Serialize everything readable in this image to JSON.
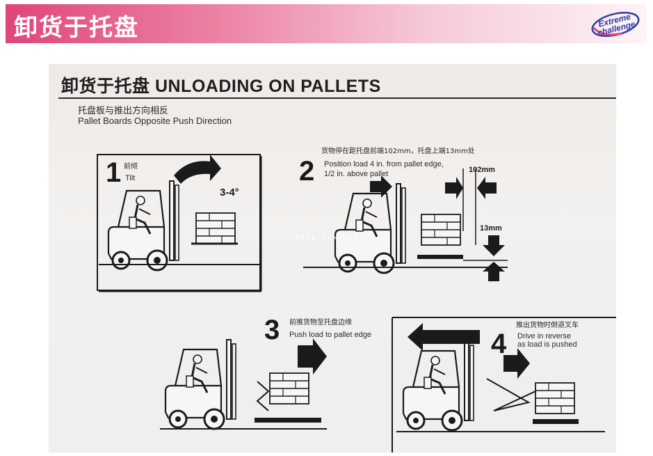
{
  "header": {
    "title": "卸货于托盘",
    "logo_line1": "Extreme",
    "logo_line2": "challenge"
  },
  "poster": {
    "title": "卸货于托盘 UNLOADING ON PALLETS",
    "subtitle_zh": "托盘板与推出方向相反",
    "subtitle_en": "Pallet Boards Opposite Push Direction",
    "watermark": "http://www.c…"
  },
  "steps": [
    {
      "number": "1",
      "label_zh": "前倾",
      "label_en": "Tilt",
      "note": "3-4°"
    },
    {
      "number": "2",
      "label_zh": "货物停在距托盘前端102mm，托盘上端13mm处",
      "label_en_1": "Position load 4 in. from pallet edge,",
      "label_en_2": "1/2 in. above pallet",
      "dim_1": "102mm",
      "dim_2": "13mm"
    },
    {
      "number": "3",
      "label_zh": "前推货物至托盘边缘",
      "label_en": "Push load to pallet edge"
    },
    {
      "number": "4",
      "label_zh": "推出货物时倒退叉车",
      "label_en_1": "Drive in reverse",
      "label_en_2": "as load is pushed"
    }
  ],
  "colors": {
    "banner_start": "#e0457b",
    "banner_end": "#fdf3f6",
    "logo_blue": "#2e3f9e",
    "ink": "#1a1a1a"
  }
}
